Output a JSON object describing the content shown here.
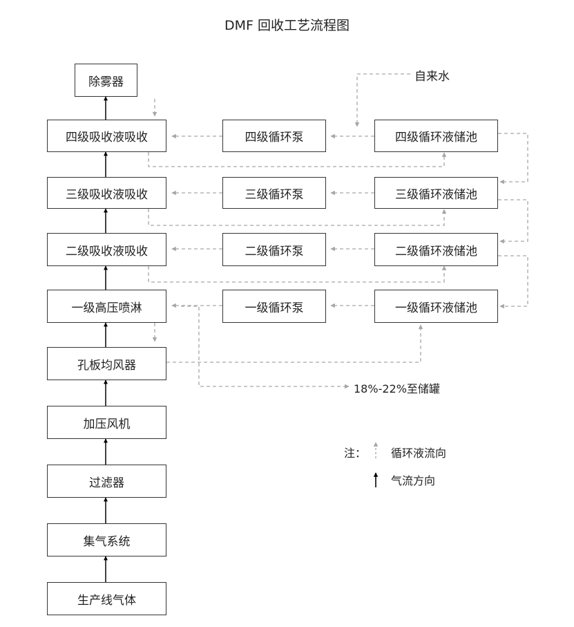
{
  "title": "DMF 回收工艺流程图",
  "boxes": {
    "demister": "除雾器",
    "absorb4": "四级吸收液吸收",
    "absorb3": "三级吸收液吸收",
    "absorb2": "二级吸收液吸收",
    "spray1": "一级高压喷淋",
    "orifice": "孔板均风器",
    "fan": "加压风机",
    "filter": "过滤器",
    "gas_collect": "集气系统",
    "prod_gas": "生产线气体",
    "pump4": "四级循环泵",
    "pump3": "三级循环泵",
    "pump2": "二级循环泵",
    "pump1": "一级循环泵",
    "tank4": "四级循环液储池",
    "tank3": "三级循环液储池",
    "tank2": "二级循环液储池",
    "tank1": "一级循环液储池"
  },
  "labels": {
    "tap_water": "自来水",
    "to_tank": "18%-22%至储罐"
  },
  "legend": {
    "note": "注：",
    "liquid": "循环液流向",
    "gas": "气流方向"
  },
  "colors": {
    "gas_arrow": "#000000",
    "liquid_arrow": "#a6a6a6",
    "box_border": "#333333"
  }
}
